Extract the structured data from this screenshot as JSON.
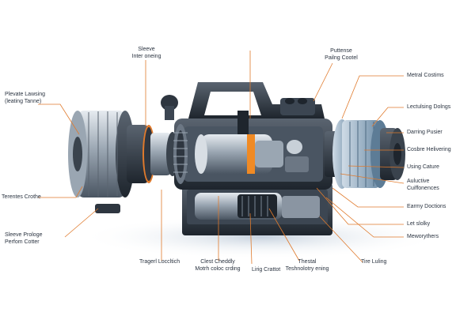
{
  "labels": {
    "sleeve_interlocking": "Sleeve\nInter oneing",
    "private_housing": "Plevate Lawsing\n(leating Tanne)",
    "terentes_clothe": "Terentes Crothe",
    "sleeve_prologue": "Sleeve Prologe\nPerfom Cotter",
    "target_lockdtch": "Tragerl Loccltich",
    "clest_chedddy": "Clest Cheddly\nMotrh coloc crding",
    "lirtg_crattot": "Lirig Crattot",
    "thestal_technolotry": "Thestal\nTeshnolotry ening",
    "tire_luling": "Tire Luling",
    "pattense_pailing": "Puttense\nPailng Cootel",
    "metral_costims": "Metral Costims",
    "lecturing_dolngs": "Lectulsing Dolngs",
    "darring_puscier": "Darring Pusier",
    "costre_helivering": "Cosbre Helivering",
    "using_cature": "Using Cature",
    "auctive_cuiffonences": "Auluctive\nCuiffonences",
    "earmy_doctions": "Earmy Doctions",
    "let_slolky": "Let slolky",
    "meworythers": "Meworythers"
  },
  "colors": {
    "leader": "#e07a2c",
    "accent": "#f08a24",
    "metal_dark": "#2e3640",
    "metal_mid": "#6c7784",
    "metal_light": "#c8d0d8",
    "blue_tint": "#7fa6c4"
  }
}
